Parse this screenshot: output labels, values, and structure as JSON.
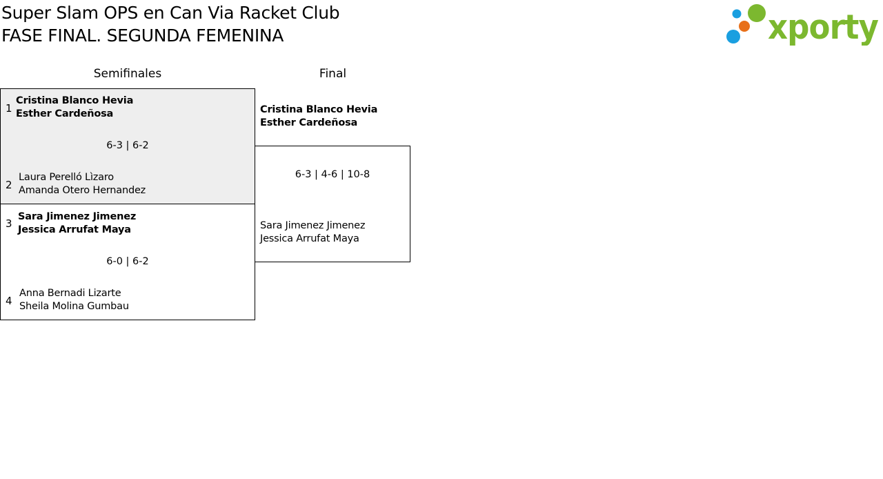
{
  "header": {
    "title": "Super Slam OPS en Can Via Racket Club",
    "subtitle": "FASE FINAL. SEGUNDA FEMENINA"
  },
  "logo": {
    "text": "xporty",
    "colors": {
      "green": "#7cb82f",
      "orange": "#e8701a",
      "blue": "#1a9fe0"
    }
  },
  "rounds": {
    "semis_label": "Semifinales",
    "final_label": "Final"
  },
  "semifinal_1": {
    "top": {
      "seed": "1",
      "player1": "Cristina Blanco Hevia",
      "player2": "Esther Cardeñosa"
    },
    "score": "6-3 | 6-2",
    "bottom": {
      "seed": "2",
      "player1": "Laura Perelló Lìzaro",
      "player2": "Amanda Otero Hernandez"
    }
  },
  "semifinal_2": {
    "top": {
      "seed": "3",
      "player1": "Sara Jimenez Jimenez",
      "player2": "Jessica Arrufat Maya"
    },
    "score": "6-0 | 6-2",
    "bottom": {
      "seed": "4",
      "player1": "Anna Bernadi Lizarte",
      "player2": "Sheila Molina Gumbau"
    }
  },
  "final": {
    "top": {
      "player1": "Cristina Blanco Hevia",
      "player2": "Esther Cardeñosa"
    },
    "score": "6-3 | 4-6 | 10-8",
    "bottom": {
      "player1": "Sara Jimenez Jimenez",
      "player2": "Jessica Arrufat Maya"
    }
  }
}
